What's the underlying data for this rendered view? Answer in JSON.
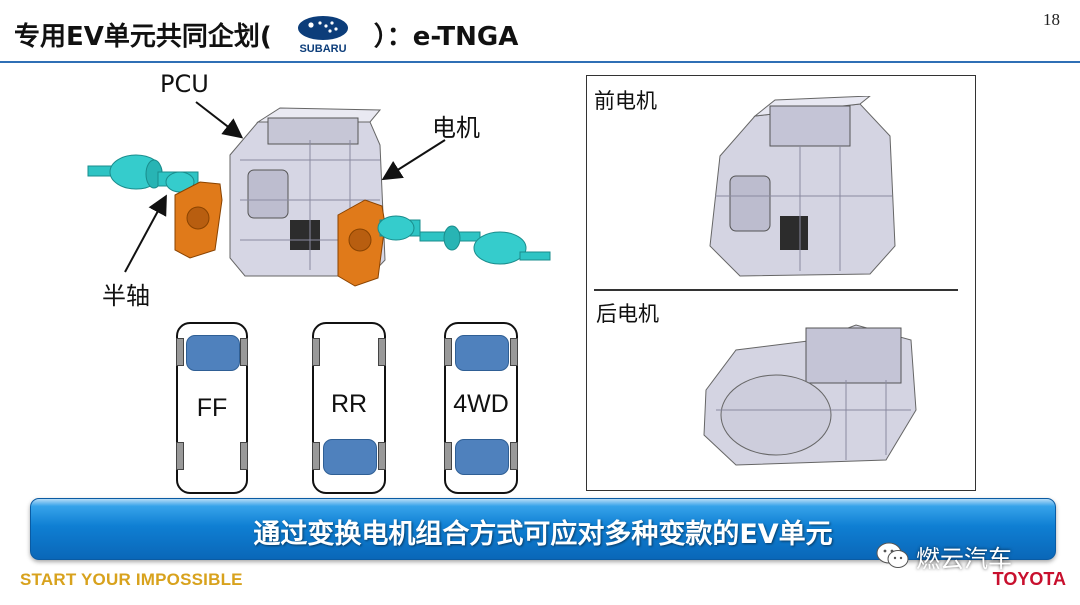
{
  "title": {
    "prefix": "专用EV单元共同企划(",
    "suffix": "）：e-TNGA",
    "logo_text": "SUBARU"
  },
  "page_number": "18",
  "labels": {
    "pcu": "PCU",
    "motor": "电机",
    "half_shaft": "半轴"
  },
  "layouts": [
    {
      "name": "FF",
      "front_motor": true,
      "rear_motor": false
    },
    {
      "name": "RR",
      "front_motor": false,
      "rear_motor": true
    },
    {
      "name": "4WD",
      "front_motor": true,
      "rear_motor": true
    }
  ],
  "panel": {
    "front_motor_label": "前电机",
    "rear_motor_label": "后电机"
  },
  "banner": {
    "text": "通过变换电机组合方式可应对多种变款的EV单元"
  },
  "footer": {
    "slogan": "START YOUR IMPOSSIBLE",
    "brand": "TOYOTA"
  },
  "watermark": {
    "text": "燃云汽车"
  },
  "colors": {
    "title_rule": "#2f6fb5",
    "motor_block": "#4f81bd",
    "banner": "#0f7fd3",
    "slogan": "#d8a21d",
    "brand": "#c8102e",
    "half_shaft_bracket": "#e07a1a",
    "drive_shaft": "#2ec4c4"
  }
}
